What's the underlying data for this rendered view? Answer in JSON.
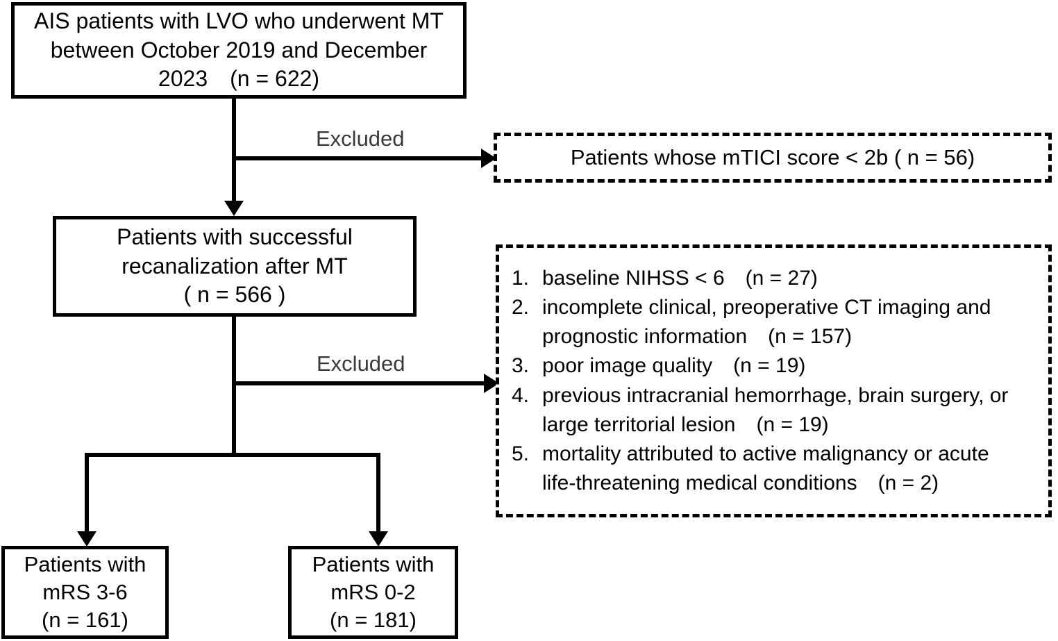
{
  "diagram": {
    "title": "Patient selection flowchart",
    "colors": {
      "stroke": "#000000",
      "text": "#000000",
      "label_text": "#3a3a3a",
      "background": "#ffffff"
    },
    "nodes": {
      "enrolled": {
        "line1": "AIS patients with LVO who underwent MT",
        "line2": "between October 2019 and December",
        "line3": "2023 (n = 622)"
      },
      "recanalized": {
        "line1": "Patients with successful",
        "line2": "recanalization after MT",
        "line3": "( n = 566 )"
      },
      "mrs_poor": {
        "line1": "Patients with",
        "line2": "mRS 3-6",
        "line3": "(n = 161)"
      },
      "mrs_good": {
        "line1": "Patients with",
        "line2": "mRS 0-2",
        "line3": "(n = 181)"
      },
      "excluded_mtici": {
        "text": "Patients whose mTICI score  <  2b ( n = 56)"
      },
      "excluded_list": {
        "items": [
          {
            "num": "1.",
            "text": "baseline NIHSS < 6 (n = 27)"
          },
          {
            "num": "2.",
            "text": "incomplete clinical, preoperative CT imaging and"
          },
          {
            "num": "",
            "text": "prognostic information (n = 157)"
          },
          {
            "num": "3.",
            "text": "poor image quality (n = 19)"
          },
          {
            "num": "4.",
            "text": "previous intracranial hemorrhage, brain surgery, or"
          },
          {
            "num": "",
            "text": "large territorial lesion (n = 19)"
          },
          {
            "num": "5.",
            "text": "mortality attributed to active malignancy or acute"
          },
          {
            "num": "",
            "text": "life-threatening medical conditions (n = 2)"
          }
        ]
      }
    },
    "edge_labels": {
      "excluded_top": "Excluded",
      "excluded_bottom": "Excluded"
    }
  }
}
